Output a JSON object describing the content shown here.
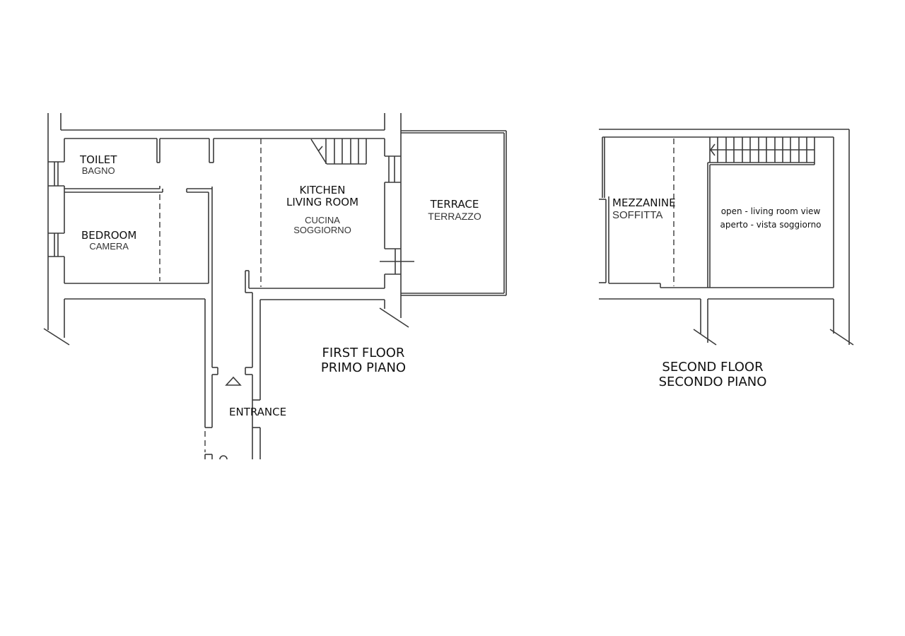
{
  "first_floor": {
    "title_en": "FIRST FLOOR",
    "title_it": "PRIMO PIANO",
    "rooms": [
      {
        "id": "toilet",
        "en": "TOILET",
        "it": "BAGNO"
      },
      {
        "id": "bedroom",
        "en": "BEDROOM",
        "it": "CAMERA"
      },
      {
        "id": "kitchen",
        "en": "KITCHEN",
        "en2": "LIVING ROOM",
        "it": "CUCINA",
        "it2": "SOGGIORNO"
      },
      {
        "id": "terrace",
        "en": "TERRACE",
        "it": "TERRAZZO"
      },
      {
        "id": "entrance",
        "en": "ENTRANCE"
      }
    ]
  },
  "second_floor": {
    "title_en": "SECOND FLOOR",
    "title_it": "SECONDO PIANO",
    "rooms": [
      {
        "id": "mezzanine",
        "en": "MEZZANINE",
        "it": "SOFFITTA"
      },
      {
        "id": "open",
        "en": "open - living room view",
        "it": "aperto - vista soggiorno"
      }
    ]
  },
  "colors": {
    "line": "#3a3a3a",
    "background": "#ffffff"
  }
}
